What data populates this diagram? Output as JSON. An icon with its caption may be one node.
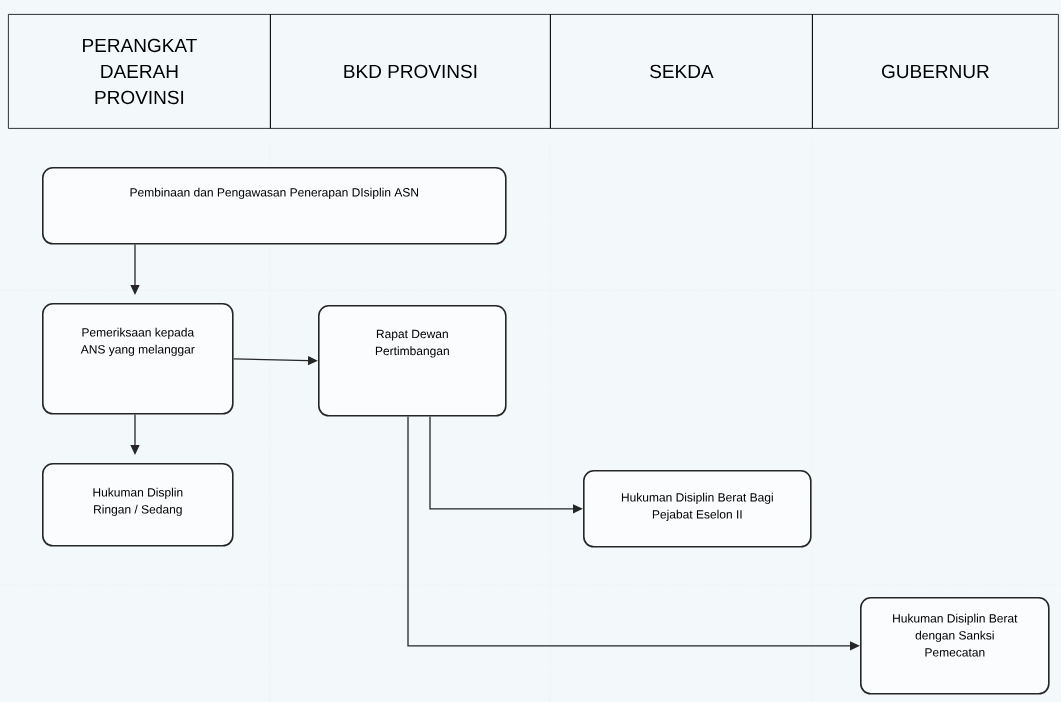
{
  "diagram": {
    "nodes": [
      {
        "text": [
          "PERANGKAT DAERAH PROVINSI"
        ]
      },
      {
        "text": [
          "BKD PROVINSI"
        ]
      },
      {
        "text": [
          "SEKDA"
        ]
      },
      {
        "text": [
          "GUBERNUR"
        ]
      },
      {
        "text": [
          "Pembinaan dan Pengawasan Penerapan DIsiplin ASN"
        ]
      },
      {
        "text": [
          "Pemeriksaan kepada ANS yang melanggar"
        ]
      },
      {
        "text": [
          "Rapat Dewan Pertimbangan"
        ]
      },
      {
        "text": [
          "Hukuman Displin Ringan / Sedang"
        ]
      },
      {
        "text": [
          "Hukuman Disiplin Berat Bagi Pejabat Eselon II"
        ]
      },
      {
        "text": [
          "Hukuman Disiplin Berat dengan Sanksi Pemecatan"
        ]
      }
    ],
    "edges": [
      {
        "from": 4,
        "to": 5,
        "arrow": "to"
      },
      {
        "from": 5,
        "to": 6,
        "arrow": "to"
      },
      {
        "from": 5,
        "to": 7,
        "arrow": "to"
      },
      {
        "from": 6,
        "to": 8,
        "arrow": "to"
      },
      {
        "from": 6,
        "to": 9,
        "arrow": "to"
      }
    ]
  }
}
